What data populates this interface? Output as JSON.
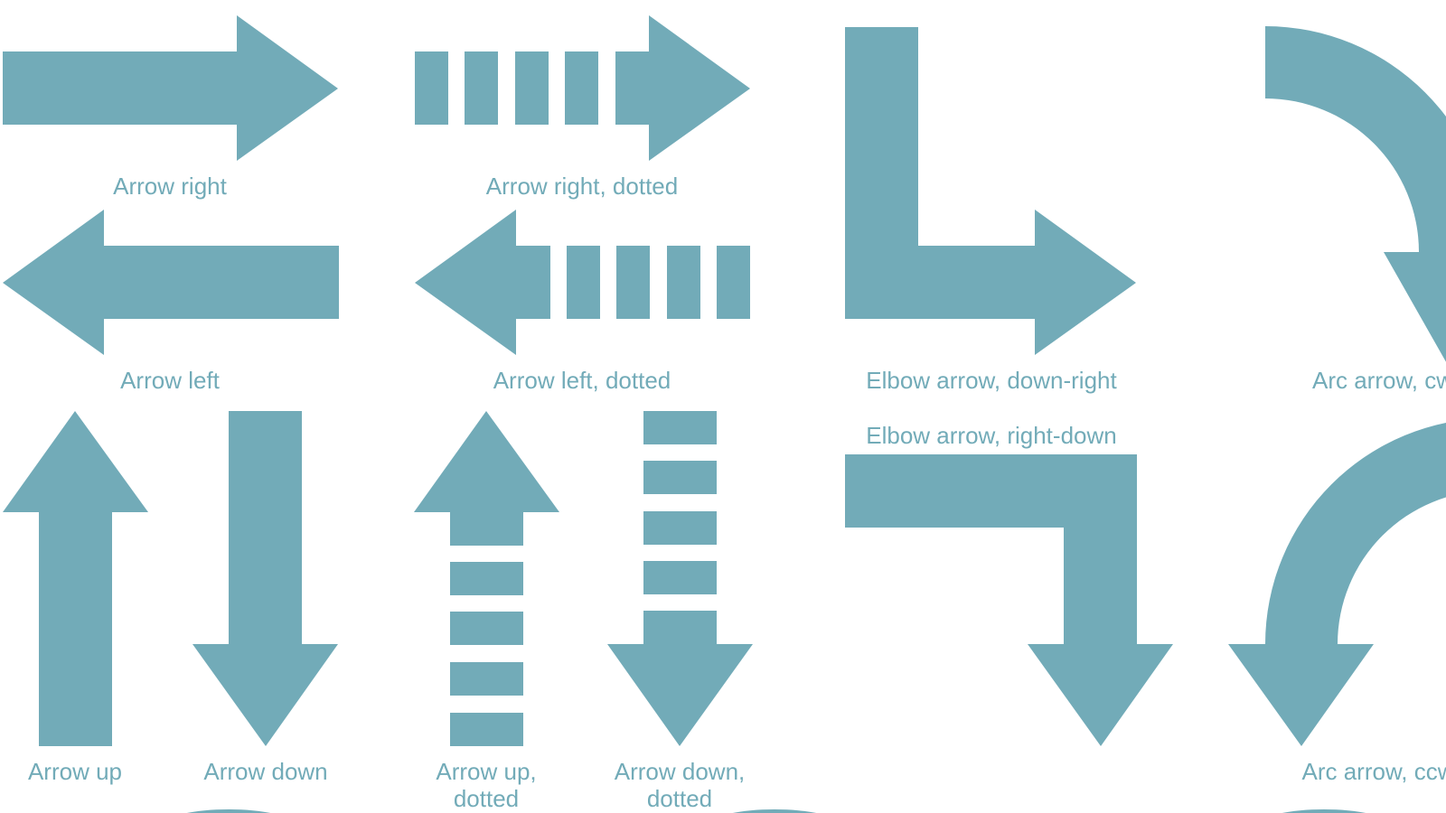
{
  "colors": {
    "shape_fill": "#72abb8",
    "label_color": "#72abb8",
    "background": "#ffffff"
  },
  "shapes": {
    "arrow_right": {
      "label": "Arrow right",
      "icon": "arrow-right-icon"
    },
    "arrow_right_dotted": {
      "label": "Arrow right, dotted",
      "icon": "arrow-right-dotted-icon"
    },
    "elbow_down_right": {
      "label": "Elbow arrow, down-right",
      "icon": "elbow-arrow-down-right-icon"
    },
    "arc_cw": {
      "label": "Arc arrow, cw",
      "icon": "arc-arrow-cw-icon"
    },
    "arrow_left": {
      "label": "Arrow left",
      "icon": "arrow-left-icon"
    },
    "arrow_left_dotted": {
      "label": "Arrow left, dotted",
      "icon": "arrow-left-dotted-icon"
    },
    "elbow_right_down": {
      "label": "Elbow arrow, right-down",
      "icon": "elbow-arrow-right-down-icon"
    },
    "arrow_up": {
      "label": "Arrow up",
      "icon": "arrow-up-icon"
    },
    "arrow_down": {
      "label": "Arrow down",
      "icon": "arrow-down-icon"
    },
    "arrow_up_dotted": {
      "label_line1": "Arrow up,",
      "label_line2": "dotted",
      "icon": "arrow-up-dotted-icon"
    },
    "arrow_down_dotted": {
      "label_line1": "Arrow down,",
      "label_line2": "dotted",
      "icon": "arrow-down-dotted-icon"
    },
    "arc_ccw": {
      "label": "Arc arrow, ccw",
      "icon": "arc-arrow-ccw-icon"
    }
  }
}
